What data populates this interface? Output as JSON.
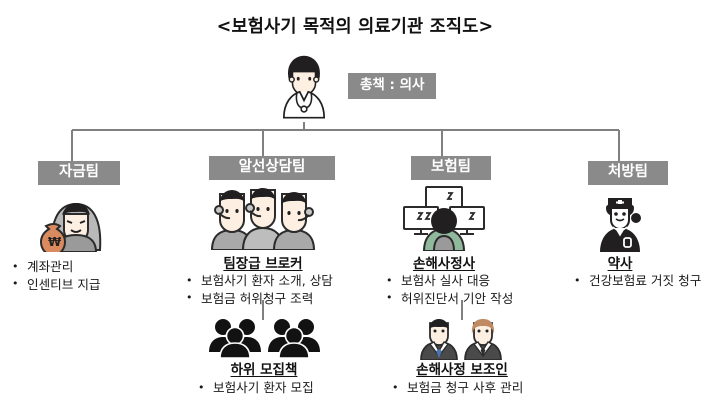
{
  "title": "<보험사기 목적의 의료기관 조직도>",
  "root": {
    "badge_label": "총책 : 의사",
    "icon": "doctor-icon"
  },
  "colors": {
    "chip_background": "#8a8a8a",
    "chip_text": "#ffffff",
    "connector": "#808080",
    "body_text": "#1a1a1a",
    "title_text": "#111111"
  },
  "departments": [
    {
      "id": "funding",
      "chip_label": "자금팀",
      "icon": "hooded-money-bag-icon",
      "role_title": "",
      "bullets": [
        "계좌관리",
        "인센티브 지급"
      ]
    },
    {
      "id": "referral",
      "chip_label": "알선상담팀",
      "icon": "three-headset-operators-icon",
      "role_title": "팀장급 브로커",
      "bullets": [
        "보험사기 환자 소개, 상담",
        "보험금 허위청구 조력"
      ]
    },
    {
      "id": "insurance",
      "chip_label": "보험팀",
      "icon": "monitor-workstation-icon",
      "role_title": "손해사정사",
      "bullets": [
        "보험사 실사 대응",
        "허위진단서 기안 작성"
      ]
    },
    {
      "id": "prescription",
      "chip_label": "처방팀",
      "icon": "pharmacist-icon",
      "role_title": "약사",
      "bullets": [
        "건강보험료 거짓 청구"
      ]
    }
  ],
  "sub_departments": [
    {
      "id": "recruiters",
      "parent": "referral",
      "icon": "crowd-silhouette-icon",
      "role_title": "하위 모집책",
      "bullets": [
        "보험사기 환자 모집"
      ]
    },
    {
      "id": "adjuster-assistants",
      "parent": "insurance",
      "icon": "two-suited-staff-icon",
      "role_title": "손해사정 보조인",
      "bullets": [
        "보험금 청구 사후 관리"
      ]
    }
  ],
  "chart_data": {
    "type": "diagram",
    "diagram_kind": "organization-chart",
    "title": "<보험사기 목적의 의료기관 조직도>",
    "nodes": [
      {
        "id": "root",
        "label": "총책 : 의사",
        "level": 0,
        "parent": null
      },
      {
        "id": "funding",
        "label": "자금팀",
        "level": 1,
        "parent": "root"
      },
      {
        "id": "referral",
        "label": "알선상담팀",
        "level": 1,
        "parent": "root"
      },
      {
        "id": "insurance",
        "label": "보험팀",
        "level": 1,
        "parent": "root"
      },
      {
        "id": "prescription",
        "label": "처방팀",
        "level": 1,
        "parent": "root"
      },
      {
        "id": "recruiters",
        "label": "하위 모집책",
        "level": 2,
        "parent": "referral"
      },
      {
        "id": "adjuster-assistants",
        "label": "손해사정 보조인",
        "level": 2,
        "parent": "insurance"
      }
    ],
    "edges": [
      {
        "from": "root",
        "to": "funding"
      },
      {
        "from": "root",
        "to": "referral"
      },
      {
        "from": "root",
        "to": "insurance"
      },
      {
        "from": "root",
        "to": "prescription"
      },
      {
        "from": "referral",
        "to": "recruiters"
      },
      {
        "from": "insurance",
        "to": "adjuster-assistants"
      }
    ]
  }
}
